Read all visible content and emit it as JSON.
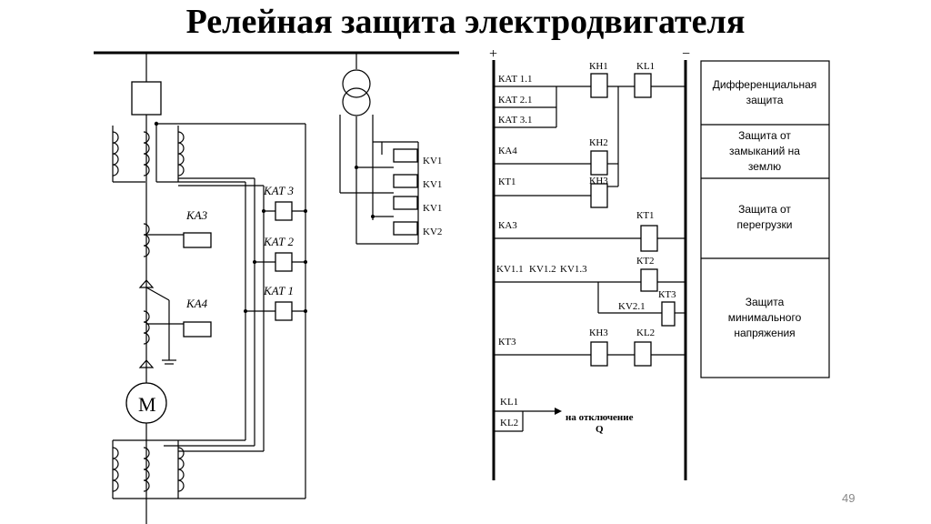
{
  "title": "Релейная защита электродвигателя",
  "page_number": "49",
  "left": {
    "relays": {
      "ka3": "КА3",
      "ka4": "КА4",
      "kat3": "КАТ 3",
      "kat2": "КАТ 2",
      "kat1": "КАТ 1"
    },
    "motor": "М",
    "kv": [
      "KV1",
      "KV1",
      "KV1",
      "KV2"
    ]
  },
  "right": {
    "plus": "+",
    "minus": "−",
    "contacts": {
      "kat11": "КАТ 1.1",
      "kat21": "КАТ 2.1",
      "kat31": "КАТ 3.1",
      "ka4": "КА4",
      "kt1": "КТ1",
      "ka3": "КА3",
      "kv11": "KV1.1",
      "kv12": "KV1.2",
      "kv13": "KV1.3",
      "kv21": "KV2.1",
      "kt3": "КТ3",
      "kl1": "KL1",
      "kl2": "KL2"
    },
    "coils": {
      "kh1": "КН1",
      "kl1": "KL1",
      "kh2": "КН2",
      "kh3": "КН3",
      "kt1": "КТ1",
      "kt2": "КТ2",
      "kt3": "КТ3",
      "kh3b": "КН3",
      "kl2": "KL2"
    },
    "trip_text_1": "на отключение",
    "trip_text_2": "Q"
  },
  "functions": [
    {
      "lines": [
        "Дифференциальная",
        "защита"
      ]
    },
    {
      "lines": [
        "Защита от",
        "замыканий на",
        "землю"
      ]
    },
    {
      "lines": [
        "Защита от",
        "перегрузки"
      ]
    },
    {
      "lines": [
        "Защита",
        "минимального",
        "напряжения"
      ]
    }
  ]
}
